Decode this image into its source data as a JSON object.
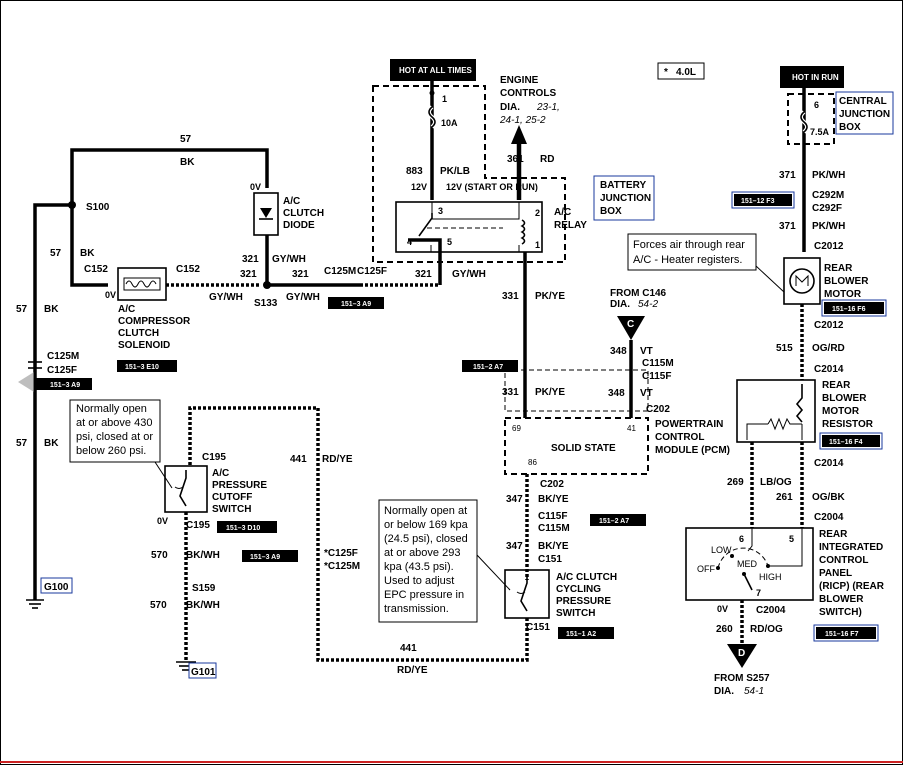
{
  "supply": {
    "hot_at_all_times": "HOT AT ALL TIMES",
    "hot_in_run": "HOT IN RUN",
    "engine_option": "4.0L",
    "engine_option_marker": "*"
  },
  "components": {
    "ac_clutch_diode": [
      "A/C",
      "CLUTCH",
      "DIODE"
    ],
    "ac_relay": [
      "A/C",
      "RELAY"
    ],
    "battery_junction_box": [
      "BATTERY",
      "JUNCTION",
      "BOX"
    ],
    "central_junction_box": [
      "CENTRAL",
      "JUNCTION",
      "BOX"
    ],
    "ac_compressor_clutch_solenoid": [
      "A/C",
      "COMPRESSOR",
      "CLUTCH",
      "SOLENOID"
    ],
    "rear_blower_motor": [
      "REAR",
      "BLOWER",
      "MOTOR"
    ],
    "rear_blower_motor_resistor": [
      "REAR",
      "BLOWER",
      "MOTOR",
      "RESISTOR"
    ],
    "pcm": [
      "POWERTRAIN",
      "CONTROL",
      "MODULE (PCM)"
    ],
    "solid_state": "SOLID STATE",
    "ac_pressure_cutoff_switch": [
      "A/C",
      "PRESSURE",
      "CUTOFF",
      "SWITCH"
    ],
    "ac_clutch_cycling_pressure_switch": [
      "A/C CLUTCH",
      "CYCLING",
      "PRESSURE",
      "SWITCH"
    ],
    "ricp": [
      "REAR",
      "INTEGRATED",
      "CONTROL",
      "PANEL",
      "(RICP) (REAR",
      "BLOWER",
      "SWITCH)"
    ],
    "engine_controls": [
      "ENGINE",
      "CONTROLS",
      "DIA."
    ],
    "engine_controls_ref": [
      "23-1,",
      "24-1, 25-2"
    ],
    "from_c146": [
      "FROM C146",
      "DIA."
    ],
    "from_c146_ref": "54-2",
    "from_s257": [
      "FROM S257",
      "DIA."
    ],
    "from_s257_ref": "54-1"
  },
  "connectors": {
    "c152": "C152",
    "c125m": "C125M",
    "c125f": "C125F",
    "c125f_star": "*C125F",
    "c125m_star": "*C125M",
    "c195": "C195",
    "c292m": "C292M",
    "c292f": "C292F",
    "c2012": "C2012",
    "c2014": "C2014",
    "c2004": "C2004",
    "c115m": "C115M",
    "c115f": "C115F",
    "c202": "C202",
    "c151": "C151",
    "s100": "S100",
    "s133": "S133",
    "s159": "S159",
    "g100": "G100",
    "g101": "G101",
    "bubble_c": "C",
    "bubble_d": "D"
  },
  "circuits": {
    "c57": "57",
    "bk": "BK",
    "c321": "321",
    "gywh": "GY/WH",
    "c883": "883",
    "pklb": "PK/LB",
    "c361": "361",
    "rd": "RD",
    "c331": "331",
    "pkye": "PK/YE",
    "c348": "348",
    "vt": "VT",
    "c347": "347",
    "bkye": "BK/YE",
    "c441": "441",
    "rdye": "RD/YE",
    "c570": "570",
    "bkwh": "BK/WH",
    "c371": "371",
    "pkwh": "PK/WH",
    "c515": "515",
    "ogrd": "OG/RD",
    "c269": "269",
    "lbog": "LB/OG",
    "c261": "261",
    "ogbk": "OG/BK",
    "c260": "260",
    "rdog": "RD/OG"
  },
  "fuses": {
    "f1": "1",
    "f1_rating": "10A",
    "f6": "6",
    "f6_rating": "7.5A"
  },
  "voltages": {
    "v0": "0V",
    "v12": "12V",
    "v12_start_run": "12V (START OR RUN)"
  },
  "pins": {
    "relay": [
      "3",
      "2",
      "4",
      "5",
      "1"
    ],
    "pcm": [
      "69",
      "41",
      "86"
    ],
    "ricp": [
      "6",
      "5",
      "7"
    ]
  },
  "switch_positions": [
    "LOW",
    "MED",
    "OFF",
    "HIGH"
  ],
  "page_refs": {
    "r151_3_a9": "151–3 A9",
    "r151_3_e10": "151–3 E10",
    "r151_3_d10": "151–3 D10",
    "r151_2_a7": "151–2 A7",
    "r151_1_a2": "151–1 A2",
    "r151_12_f3": "151–12 F3",
    "r151_16_f6": "151–16 F6",
    "r151_16_f4": "151–16 F4",
    "r151_16_f7": "151–16 F7"
  },
  "notes": {
    "pressure_cutoff": [
      "Normally open",
      "at or above 430",
      "psi, closed at or",
      "below 260 psi."
    ],
    "cycling_switch": [
      "Normally open at",
      "or below 169 kpa",
      "(24.5 psi), closed",
      "at or above 293",
      "kpa (43.5 psi).",
      "Used to adjust",
      "EPC pressure in",
      "transmission."
    ],
    "blower": [
      "Forces air through rear",
      "A/C - Heater registers."
    ]
  },
  "colors": {
    "ink": "#000000",
    "ref_border": "#1a3a9c",
    "paper": "#ffffff"
  }
}
